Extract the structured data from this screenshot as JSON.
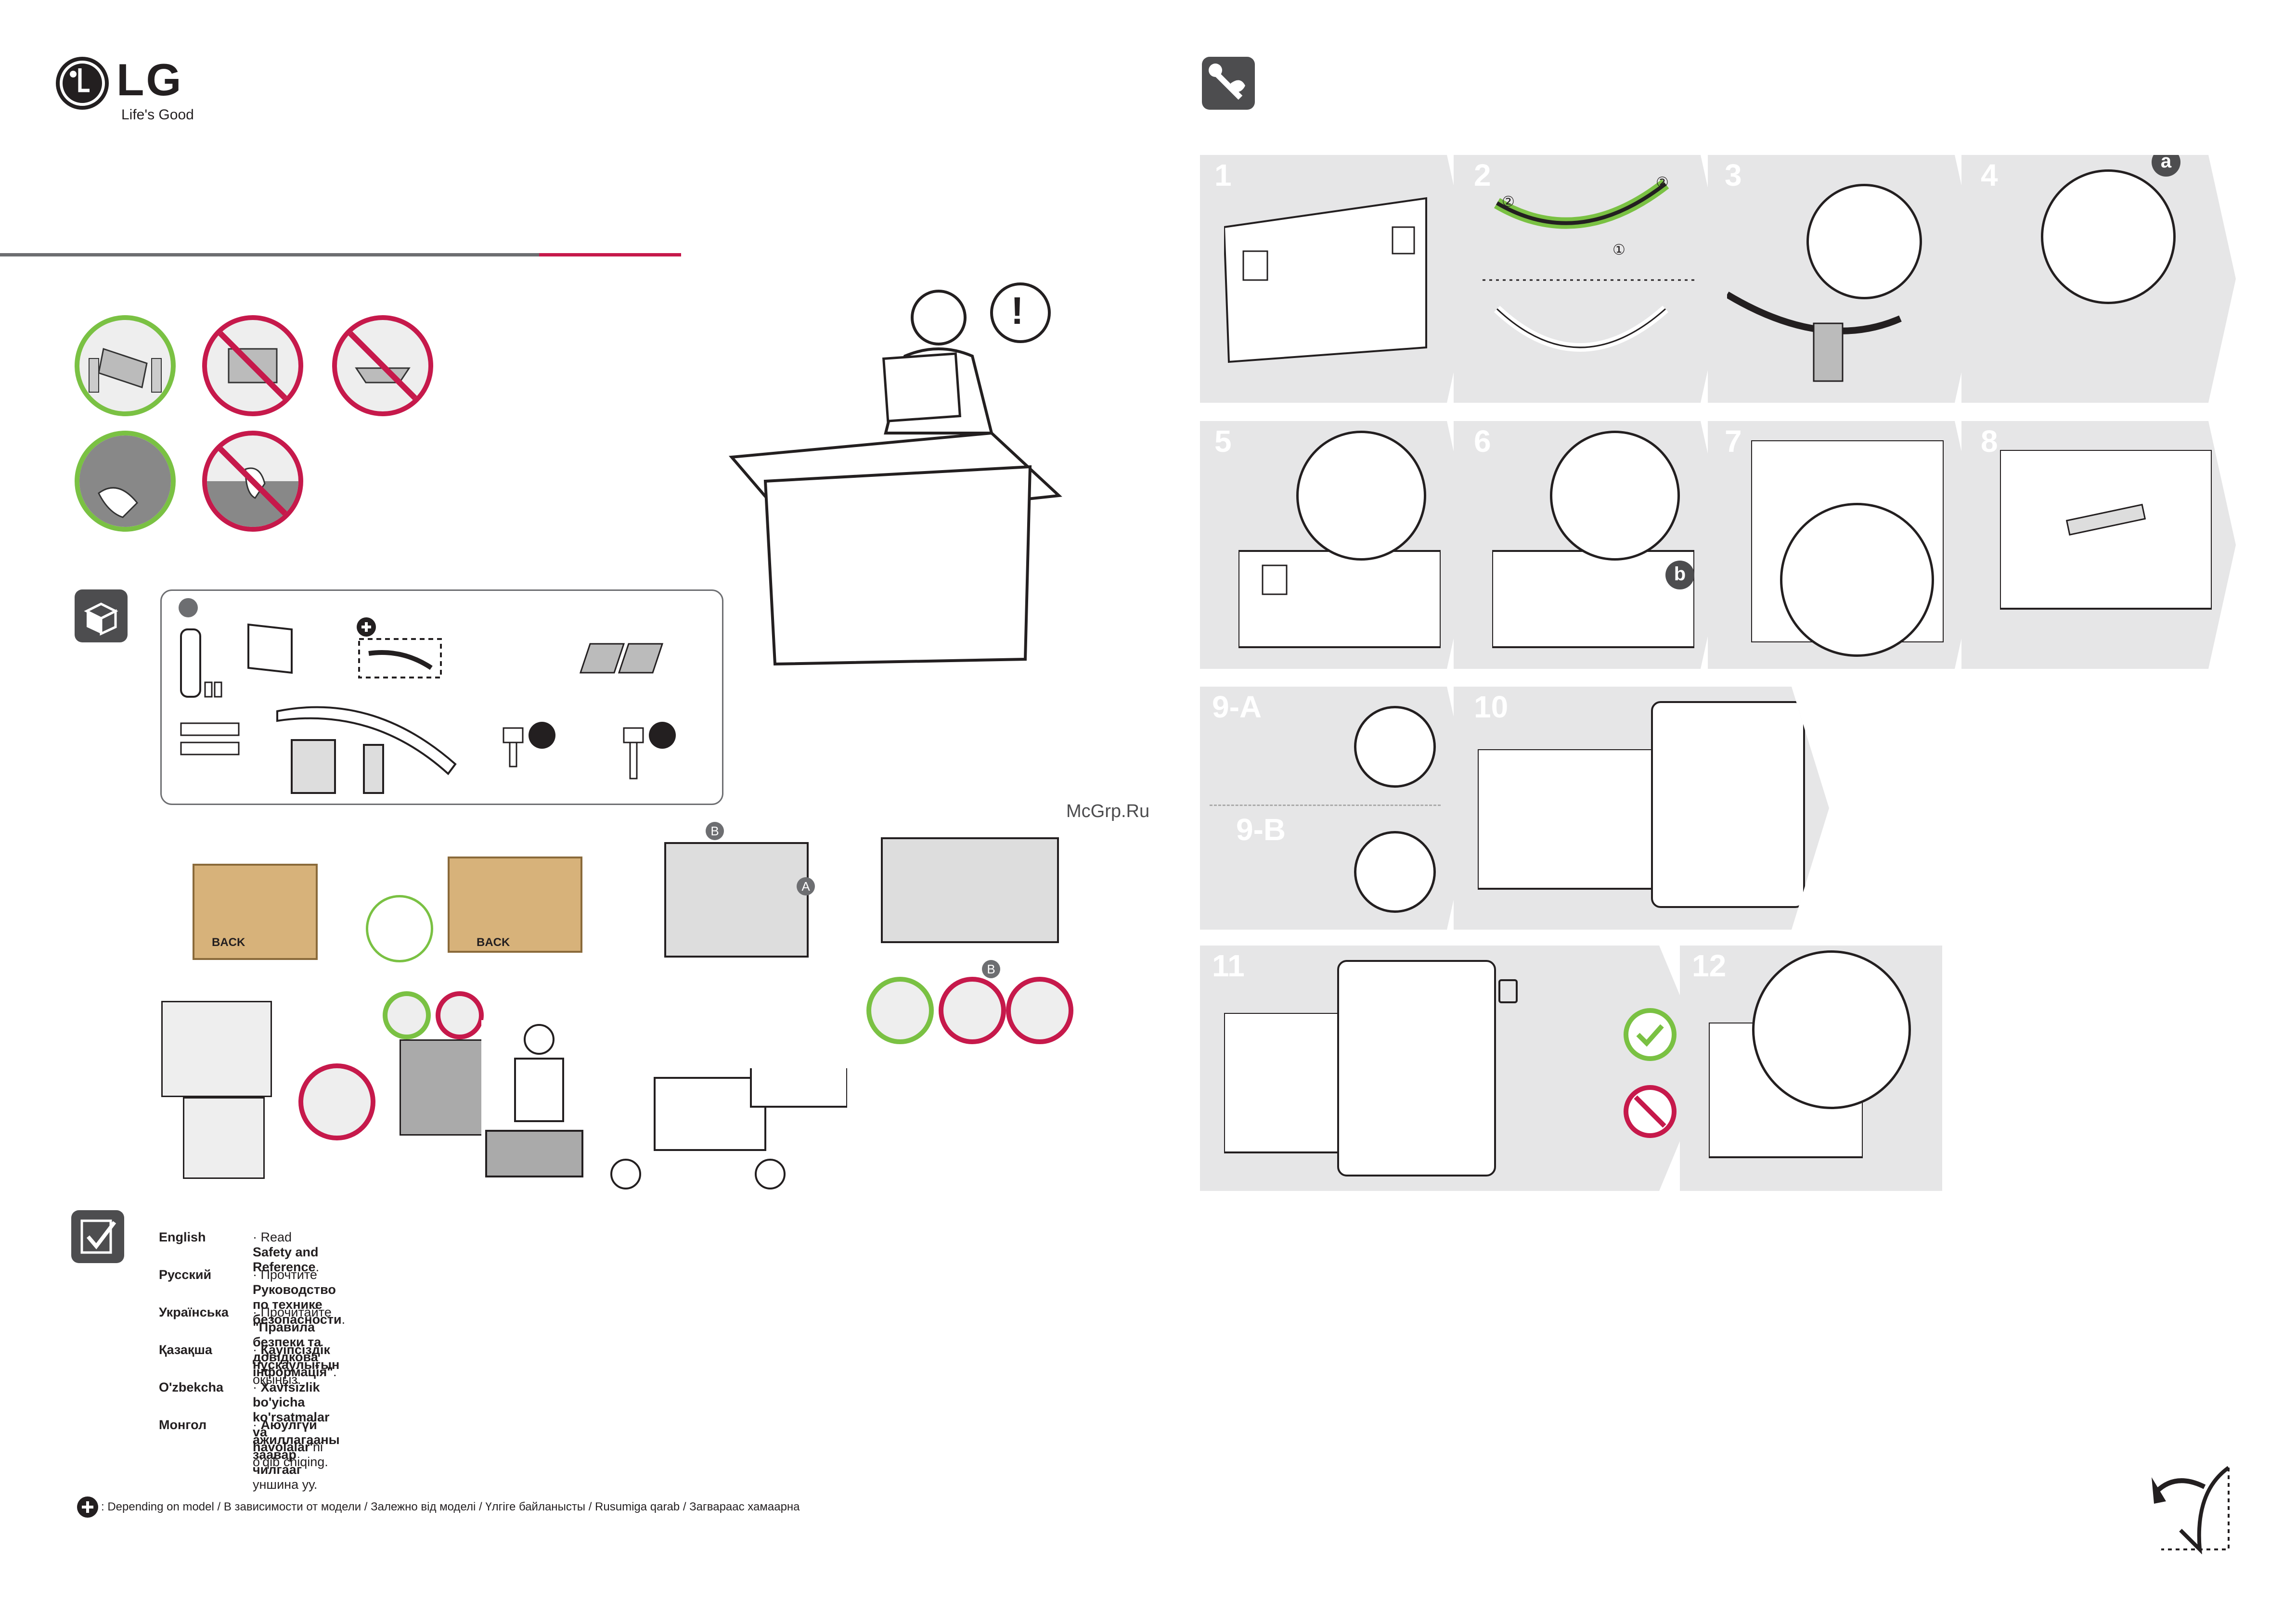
{
  "brand": {
    "logo": "LG",
    "slogan": "Life's Good"
  },
  "watermark": "McGrp.Ru",
  "steps": [
    "1",
    "2",
    "3",
    "4",
    "5",
    "6",
    "7",
    "8",
    "9-A",
    "9-B",
    "10",
    "11",
    "12"
  ],
  "callouts": {
    "a": "a",
    "b": "b",
    "A": "A",
    "B": "B",
    "alert": "!"
  },
  "box_label": "BACK",
  "step2_marks": [
    "②",
    "②",
    "①"
  ],
  "languages": [
    {
      "name": "English",
      "pre": "Read ",
      "bold": "Safety and Reference",
      "post": "."
    },
    {
      "name": "Русский",
      "pre": "Прочтите ",
      "bold": "Руководство по технике безопасности",
      "post": "."
    },
    {
      "name": "Українська",
      "pre": "Прочитайте ",
      "bold": "\"Правила безпеки та довідкова інформація\"",
      "post": "."
    },
    {
      "name": "Қазақша",
      "pre": "",
      "bold": "Қауіпсіздік нұсқаулығын",
      "post": " оқыңыз."
    },
    {
      "name": "O'zbekcha",
      "pre": "",
      "bold": "Xavfsizlik bo'yicha ko'rsatmalar va havolalar'",
      "post": "ni  o'qib chiqing."
    },
    {
      "name": "Монгол",
      "pre": "",
      "bold": "Аюулгүй ажиллагааны заавар чилгааг",
      "post": " уншина уу."
    }
  ],
  "footnote": ": Depending on model / В зависимости от модели / Залежно від моделі / Үлгіге байланысты / Rusumiga qarab / Загвараас хамаарна",
  "colors": {
    "ok": "#7ac143",
    "no": "#c6194b",
    "panel": "#e6e6e7",
    "dark": "#231f20"
  },
  "icons": [
    "lg-logo-icon",
    "tools-icon",
    "box-open-icon",
    "checklist-icon",
    "plus-icon",
    "page-turn-icon",
    "bluetooth-icon",
    "lock-icon",
    "check-icon",
    "prohibited-icon"
  ]
}
